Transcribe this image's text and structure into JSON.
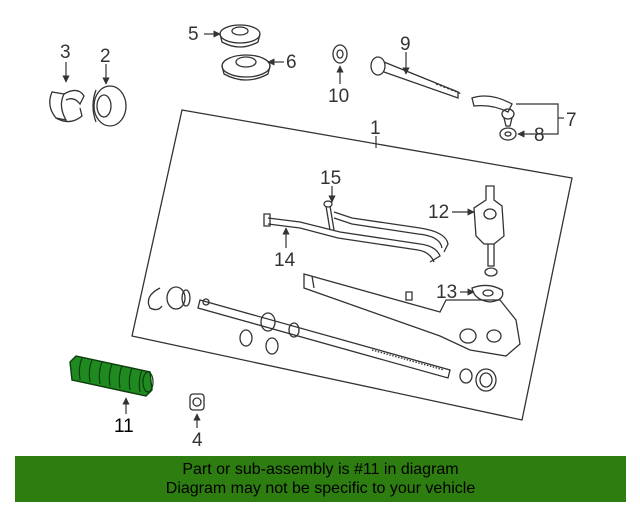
{
  "diagram": {
    "callouts": {
      "c1": "1",
      "c2": "2",
      "c3": "3",
      "c4": "4",
      "c5": "5",
      "c6": "6",
      "c7": "7",
      "c8": "8",
      "c9": "9",
      "c10": "10",
      "c11": "11",
      "c12": "12",
      "c13": "13",
      "c14": "14",
      "c15": "15"
    },
    "highlight_part": "11",
    "colors": {
      "highlight": "#1f8a1f",
      "line": "#333333",
      "banner": "#2e7d10"
    }
  },
  "banner": {
    "line1": "Part or sub-assembly is #11 in diagram",
    "line2": "Diagram may not be specific to your vehicle"
  }
}
